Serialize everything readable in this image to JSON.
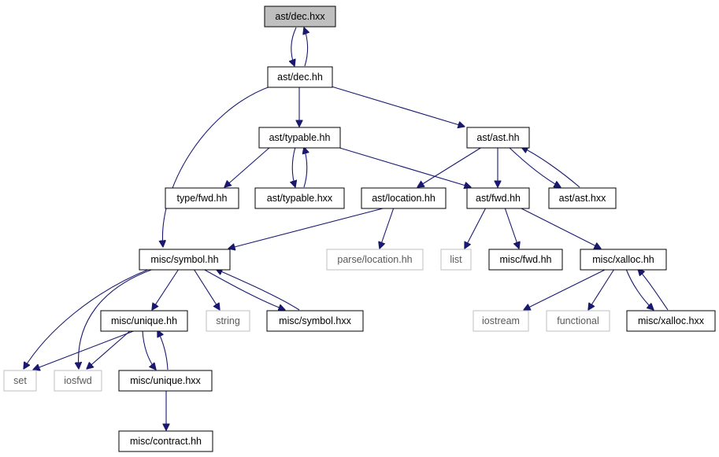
{
  "diagram": {
    "type": "include-dependency-graph",
    "edge_color": "#191970",
    "nodes": [
      {
        "id": "dec_hxx",
        "label": "ast/dec.hxx",
        "style": "root"
      },
      {
        "id": "dec_hh",
        "label": "ast/dec.hh",
        "style": "normal"
      },
      {
        "id": "typable_hh",
        "label": "ast/typable.hh",
        "style": "normal"
      },
      {
        "id": "ast_hh",
        "label": "ast/ast.hh",
        "style": "normal"
      },
      {
        "id": "type_fwd_hh",
        "label": "type/fwd.hh",
        "style": "normal"
      },
      {
        "id": "typable_hxx",
        "label": "ast/typable.hxx",
        "style": "normal"
      },
      {
        "id": "location_hh",
        "label": "ast/location.hh",
        "style": "normal"
      },
      {
        "id": "ast_fwd_hh",
        "label": "ast/fwd.hh",
        "style": "normal"
      },
      {
        "id": "ast_hxx",
        "label": "ast/ast.hxx",
        "style": "normal"
      },
      {
        "id": "symbol_hh",
        "label": "misc/symbol.hh",
        "style": "normal"
      },
      {
        "id": "parse_loc_hh",
        "label": "parse/location.hh",
        "style": "external"
      },
      {
        "id": "list",
        "label": "list",
        "style": "external"
      },
      {
        "id": "misc_fwd_hh",
        "label": "misc/fwd.hh",
        "style": "normal"
      },
      {
        "id": "xalloc_hh",
        "label": "misc/xalloc.hh",
        "style": "normal"
      },
      {
        "id": "unique_hh",
        "label": "misc/unique.hh",
        "style": "normal"
      },
      {
        "id": "string",
        "label": "string",
        "style": "external"
      },
      {
        "id": "symbol_hxx",
        "label": "misc/symbol.hxx",
        "style": "normal"
      },
      {
        "id": "iostream",
        "label": "iostream",
        "style": "external"
      },
      {
        "id": "functional",
        "label": "functional",
        "style": "external"
      },
      {
        "id": "xalloc_hxx",
        "label": "misc/xalloc.hxx",
        "style": "normal"
      },
      {
        "id": "set",
        "label": "set",
        "style": "external"
      },
      {
        "id": "iosfwd",
        "label": "iosfwd",
        "style": "external"
      },
      {
        "id": "unique_hxx",
        "label": "misc/unique.hxx",
        "style": "normal"
      },
      {
        "id": "contract_hh",
        "label": "misc/contract.hh",
        "style": "normal"
      }
    ],
    "edges": [
      {
        "from": "dec_hxx",
        "to": "dec_hh"
      },
      {
        "from": "dec_hh",
        "to": "dec_hxx"
      },
      {
        "from": "dec_hh",
        "to": "typable_hh"
      },
      {
        "from": "dec_hh",
        "to": "ast_hh"
      },
      {
        "from": "dec_hh",
        "to": "symbol_hh"
      },
      {
        "from": "typable_hh",
        "to": "type_fwd_hh"
      },
      {
        "from": "typable_hh",
        "to": "typable_hxx"
      },
      {
        "from": "typable_hxx",
        "to": "typable_hh"
      },
      {
        "from": "typable_hh",
        "to": "ast_fwd_hh"
      },
      {
        "from": "ast_hh",
        "to": "location_hh"
      },
      {
        "from": "ast_hh",
        "to": "ast_fwd_hh"
      },
      {
        "from": "ast_hh",
        "to": "ast_hxx"
      },
      {
        "from": "ast_hxx",
        "to": "ast_hh"
      },
      {
        "from": "location_hh",
        "to": "symbol_hh"
      },
      {
        "from": "location_hh",
        "to": "parse_loc_hh"
      },
      {
        "from": "ast_fwd_hh",
        "to": "list"
      },
      {
        "from": "ast_fwd_hh",
        "to": "misc_fwd_hh"
      },
      {
        "from": "ast_fwd_hh",
        "to": "xalloc_hh"
      },
      {
        "from": "symbol_hh",
        "to": "set"
      },
      {
        "from": "symbol_hh",
        "to": "iosfwd"
      },
      {
        "from": "symbol_hh",
        "to": "unique_hh"
      },
      {
        "from": "symbol_hh",
        "to": "string"
      },
      {
        "from": "symbol_hh",
        "to": "symbol_hxx"
      },
      {
        "from": "symbol_hxx",
        "to": "symbol_hh"
      },
      {
        "from": "xalloc_hh",
        "to": "iostream"
      },
      {
        "from": "xalloc_hh",
        "to": "functional"
      },
      {
        "from": "xalloc_hh",
        "to": "xalloc_hxx"
      },
      {
        "from": "xalloc_hxx",
        "to": "xalloc_hh"
      },
      {
        "from": "unique_hh",
        "to": "set"
      },
      {
        "from": "unique_hh",
        "to": "iosfwd"
      },
      {
        "from": "unique_hh",
        "to": "unique_hxx"
      },
      {
        "from": "unique_hxx",
        "to": "unique_hh"
      },
      {
        "from": "unique_hxx",
        "to": "contract_hh"
      }
    ]
  }
}
